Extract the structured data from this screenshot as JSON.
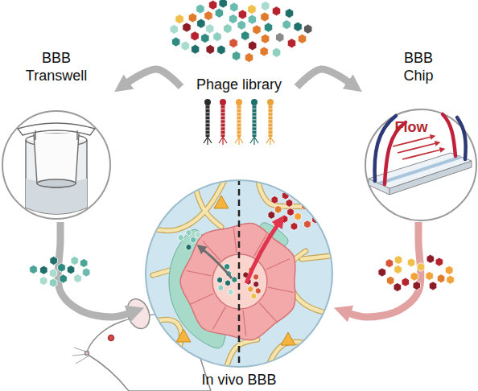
{
  "diagram": {
    "nodes": [
      {
        "text": [
          "Phage library"
        ]
      },
      {
        "text": [
          "BBB Transwell"
        ]
      },
      {
        "text": [
          "BBB Chip",
          "Flow"
        ]
      },
      {
        "text": [
          "In vivo BBB"
        ]
      }
    ],
    "edges": [
      {
        "from": 0,
        "to": 1,
        "arrow": "to"
      },
      {
        "from": 0,
        "to": 2,
        "arrow": "to"
      },
      {
        "from": 1,
        "to": 3,
        "arrow": "to"
      },
      {
        "from": 2,
        "to": 3,
        "arrow": "to"
      }
    ]
  }
}
